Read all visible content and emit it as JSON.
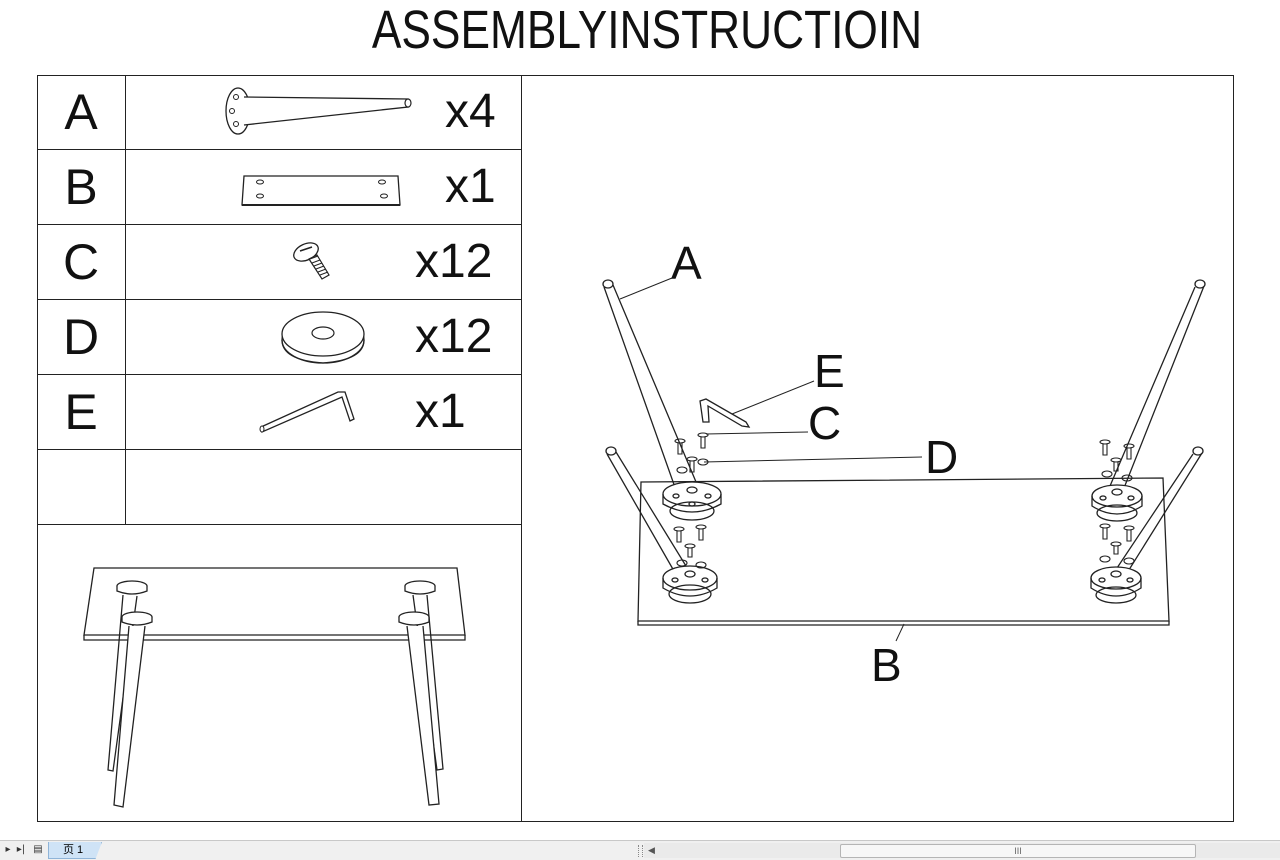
{
  "document": {
    "title": "ASSEMBLYINSTRUCTIOIN"
  },
  "parts": [
    {
      "code": "A",
      "qty": "x4",
      "icon": "table-leg-icon"
    },
    {
      "code": "B",
      "qty": "x1",
      "icon": "mounting-plate-icon"
    },
    {
      "code": "C",
      "qty": "x12",
      "icon": "screw-icon"
    },
    {
      "code": "D",
      "qty": "x12",
      "icon": "washer-icon"
    },
    {
      "code": "E",
      "qty": "x1",
      "icon": "allen-key-icon"
    }
  ],
  "diagram": {
    "callouts": {
      "a": "A",
      "b": "B",
      "c": "C",
      "d": "D",
      "e": "E"
    }
  },
  "statusbar": {
    "sheet_tab": "页 1",
    "scroll_grip": "III"
  }
}
